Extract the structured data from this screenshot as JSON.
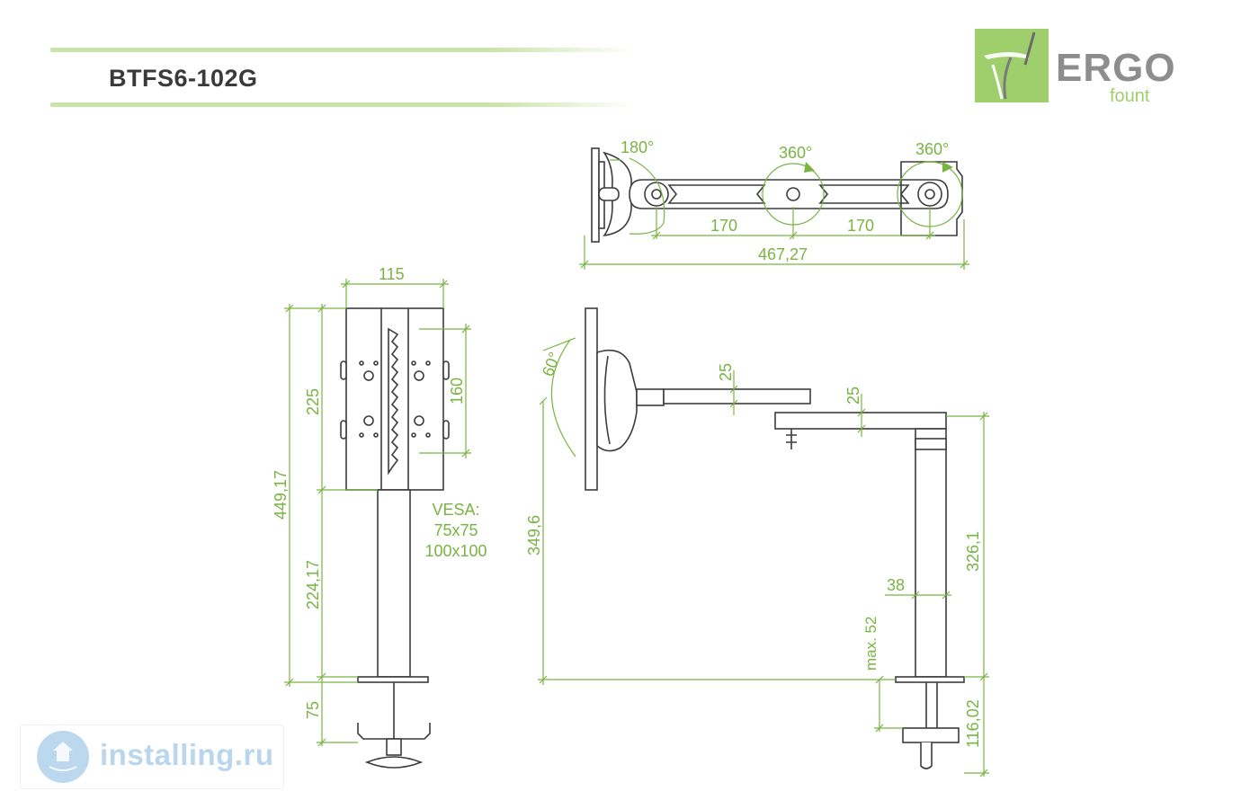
{
  "header": {
    "model": "BTFS6-102G"
  },
  "logo": {
    "word": "ERGO",
    "sub": "fount",
    "accent": "#9fce6c"
  },
  "top_view": {
    "angle_monitor": "180°",
    "angle_mid": "360°",
    "angle_base": "360°",
    "seg1": "170",
    "seg2": "170",
    "total": "467,27"
  },
  "front_view": {
    "width": "115",
    "vesa_hole": "160",
    "plate_height": "225",
    "total_height": "449,17",
    "pole_height": "224,17",
    "clamp_height": "75",
    "vesa_label": "VESA:",
    "vesa_sizes": [
      "75x75",
      "100x100"
    ]
  },
  "side_view": {
    "tilt": "60°",
    "arm1_thickness": "25",
    "arm2_thickness": "25",
    "height": "349,6",
    "pole_height": "326,1",
    "pole_width": "38",
    "desk_max": "max. 52",
    "clamp_total": "116,02"
  },
  "watermark": {
    "text": "installing.ru"
  },
  "colors": {
    "line": "#3c3c3c",
    "dimension": "#79b443",
    "header_rule": "#c8e3a8"
  }
}
